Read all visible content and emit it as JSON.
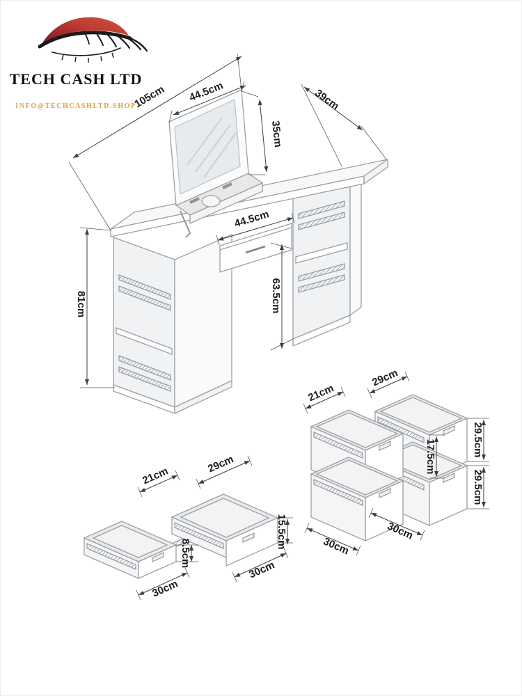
{
  "brand": {
    "name": "TECH CASH LTD",
    "tagline": "INFO@TECHCASHLTD.SHOP",
    "accent_color": "#d9a33a"
  },
  "diagram": {
    "vanity": {
      "labels": {
        "total_width": "105cm",
        "mirror_width": "44.5cm",
        "mirror_height": "35cm",
        "top_depth": "39cm",
        "drawer_width": "44.5cm",
        "knee_height": "63.5cm",
        "total_height": "81cm"
      }
    },
    "drawers_front": {
      "labels": {
        "small_width": "21cm",
        "large_width": "29cm",
        "small_height": "8.5cm",
        "front_height": "15.5cm",
        "large_depth": "30cm",
        "small_depth": "30cm"
      }
    },
    "drawers_stacked": {
      "labels": {
        "small_width": "21cm",
        "large_width": "29cm",
        "inner_height": "17.5cm",
        "upper_front_height": "29.5cm",
        "lower_front_height": "29.5cm",
        "right_depth": "30cm",
        "left_depth": "30cm"
      }
    }
  }
}
